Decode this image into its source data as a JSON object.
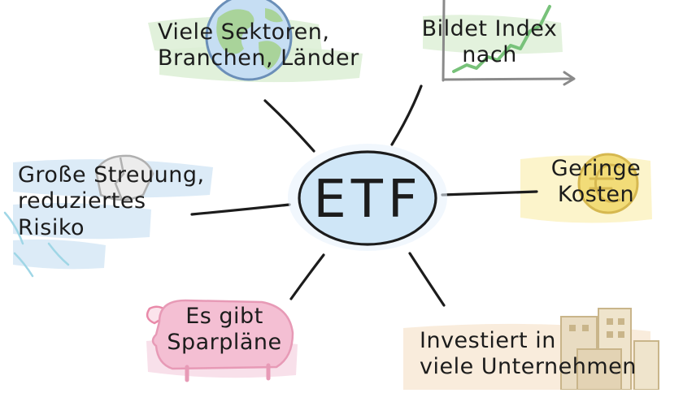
{
  "center": {
    "label": "ETF"
  },
  "nodes": {
    "sectors": {
      "line1": "Viele Sektoren,",
      "line2": "Branchen, Länder"
    },
    "index": {
      "line1": "Bildet Index",
      "line2": "nach"
    },
    "diversification": {
      "line1": "Große Streuung,",
      "line2": "reduziertes",
      "line3": "Risiko"
    },
    "costs": {
      "line1": "Geringe",
      "line2": "Kosten"
    },
    "savings": {
      "line1": "Es gibt",
      "line2": "Sparpläne"
    },
    "companies": {
      "line1": "Investiert in",
      "line2": "viele Unternehmen"
    }
  },
  "icons": [
    "globe-icon",
    "rising-chart-icon",
    "broken-cup-icon",
    "euro-coin-icon",
    "piggy-bank-icon",
    "city-buildings-icon"
  ],
  "colors": {
    "center_fill": "#cfe6f7",
    "center_stroke": "#1c1c1c",
    "ocean": "#c6def3",
    "land": "#a9d39a",
    "highlight_green": "#dcefd5",
    "highlight_blue": "#d8e9f6",
    "highlight_yellow": "#fbf2c2",
    "highlight_pink": "#f7dbe6",
    "highlight_peach": "#f8e7d3",
    "chart_green": "#78c27a",
    "chart_axis": "#8a8a8a",
    "coin": "#f2dc78",
    "pig": "#f4bfd3",
    "building": "#e9dcc2"
  }
}
